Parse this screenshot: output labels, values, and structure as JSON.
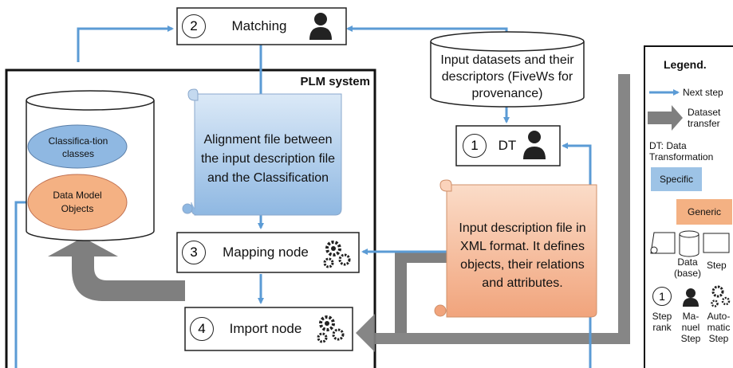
{
  "plm_title": "PLM system",
  "steps": {
    "matching": {
      "num": "2",
      "label": "Matching"
    },
    "dt": {
      "num": "1",
      "label": "DT"
    },
    "mapping": {
      "num": "3",
      "label": "Mapping node"
    },
    "import": {
      "num": "4",
      "label": "Import node"
    }
  },
  "input_datasets": "Input datasets and their descriptors (FiveWs for provenance)",
  "alignment_file": "Alignment file between the input description file and the Classification",
  "input_description": "Input description file in XML format. It defines objects, their relations and attributes.",
  "classification_classes": "Classifica-tion classes",
  "data_model_objects": "Data Model Objects",
  "legend": {
    "title": "Legend.",
    "next_step": "Next step",
    "dataset_transfer": "Dataset transfer",
    "dt_def": "DT: Data Transformation",
    "specific": "Specific",
    "generic": "Generic",
    "data_base": "Data (base)",
    "step": "Step",
    "step_num": "1",
    "step_rank": "Step rank",
    "manual_step": "Ma-nuel Step",
    "automatic_step": "Auto-matic Step"
  },
  "colors": {
    "blue_arrow": "#5b9bd5",
    "specific_fill": "#9dc3e6",
    "generic_fill": "#f4b183",
    "gray_arrow": "#7f7f7f"
  }
}
